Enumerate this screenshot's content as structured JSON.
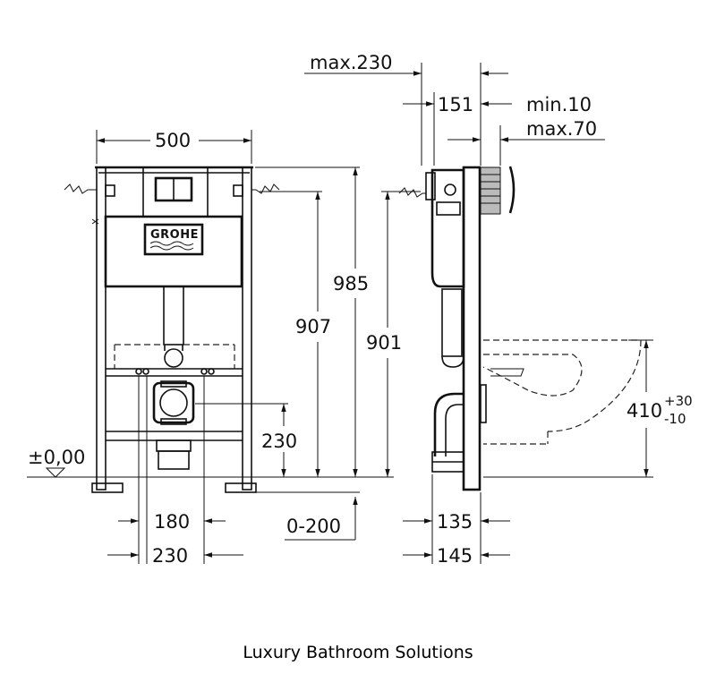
{
  "brand_logo": "GROHE",
  "front_view": {
    "width_top": "500",
    "height_985": "985",
    "height_907": "907",
    "height_901": "901",
    "height_230": "230",
    "floor_level": "±0,00",
    "adjust_range": "0-200",
    "spacing_180": "180",
    "spacing_230": "230"
  },
  "side_view": {
    "max_230": "max.230",
    "depth_151": "151",
    "min_10": "min.10",
    "max_70": "max.70",
    "height_410": "410",
    "tol_plus": "+30",
    "tol_minus": "-10",
    "depth_135": "135",
    "depth_145": "145"
  },
  "caption": "Luxury Bathroom Solutions"
}
